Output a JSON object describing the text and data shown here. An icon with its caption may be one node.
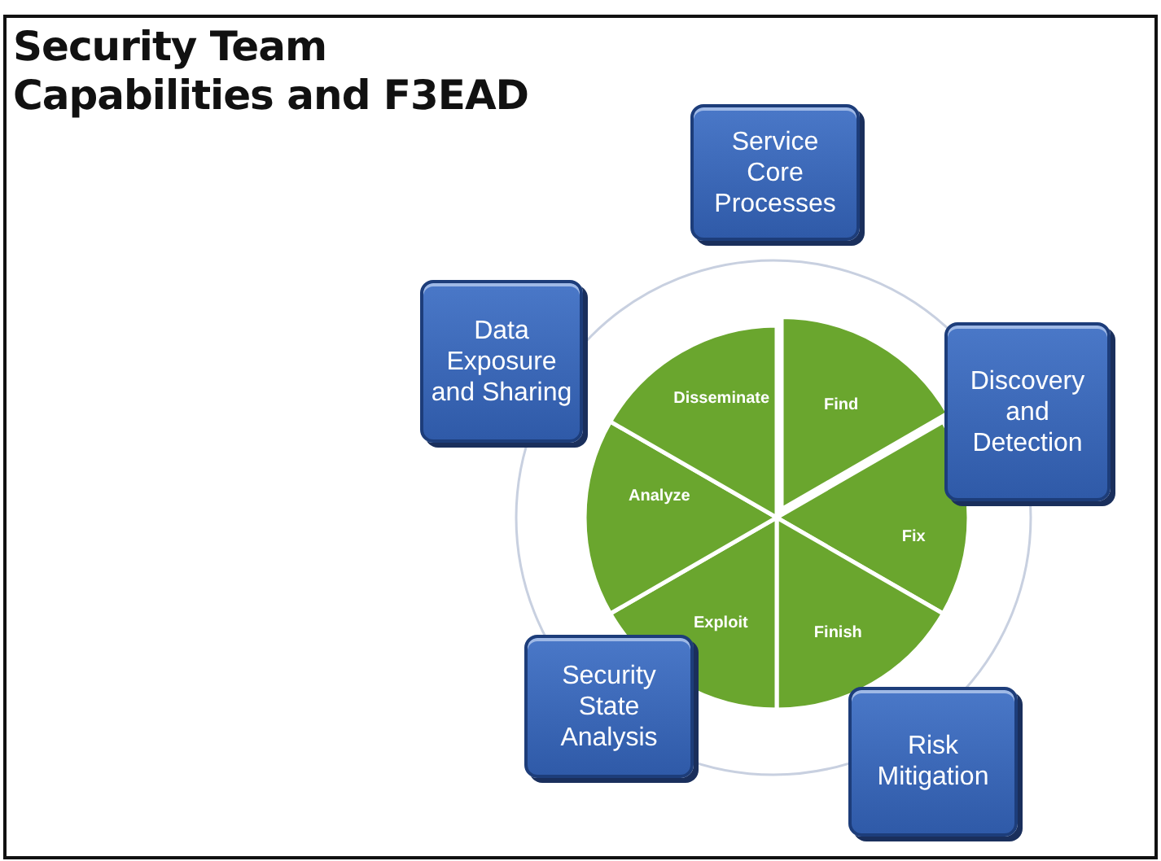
{
  "diagram": {
    "title": "Security Team Capabilities and F3EAD",
    "nodes": [
      {
        "text": [
          "Service Core Processes"
        ]
      },
      {
        "text": [
          "Data Exposure and Sharing"
        ]
      },
      {
        "text": [
          "Discovery and Detection"
        ]
      },
      {
        "text": [
          "Security State Analysis"
        ]
      },
      {
        "text": [
          "Risk Mitigation"
        ]
      },
      {
        "text": [
          "Find"
        ]
      },
      {
        "text": [
          "Fix"
        ]
      },
      {
        "text": [
          "Finish"
        ]
      },
      {
        "text": [
          "Exploit"
        ]
      },
      {
        "text": [
          "Analyze"
        ]
      },
      {
        "text": [
          "Disseminate"
        ]
      }
    ]
  }
}
